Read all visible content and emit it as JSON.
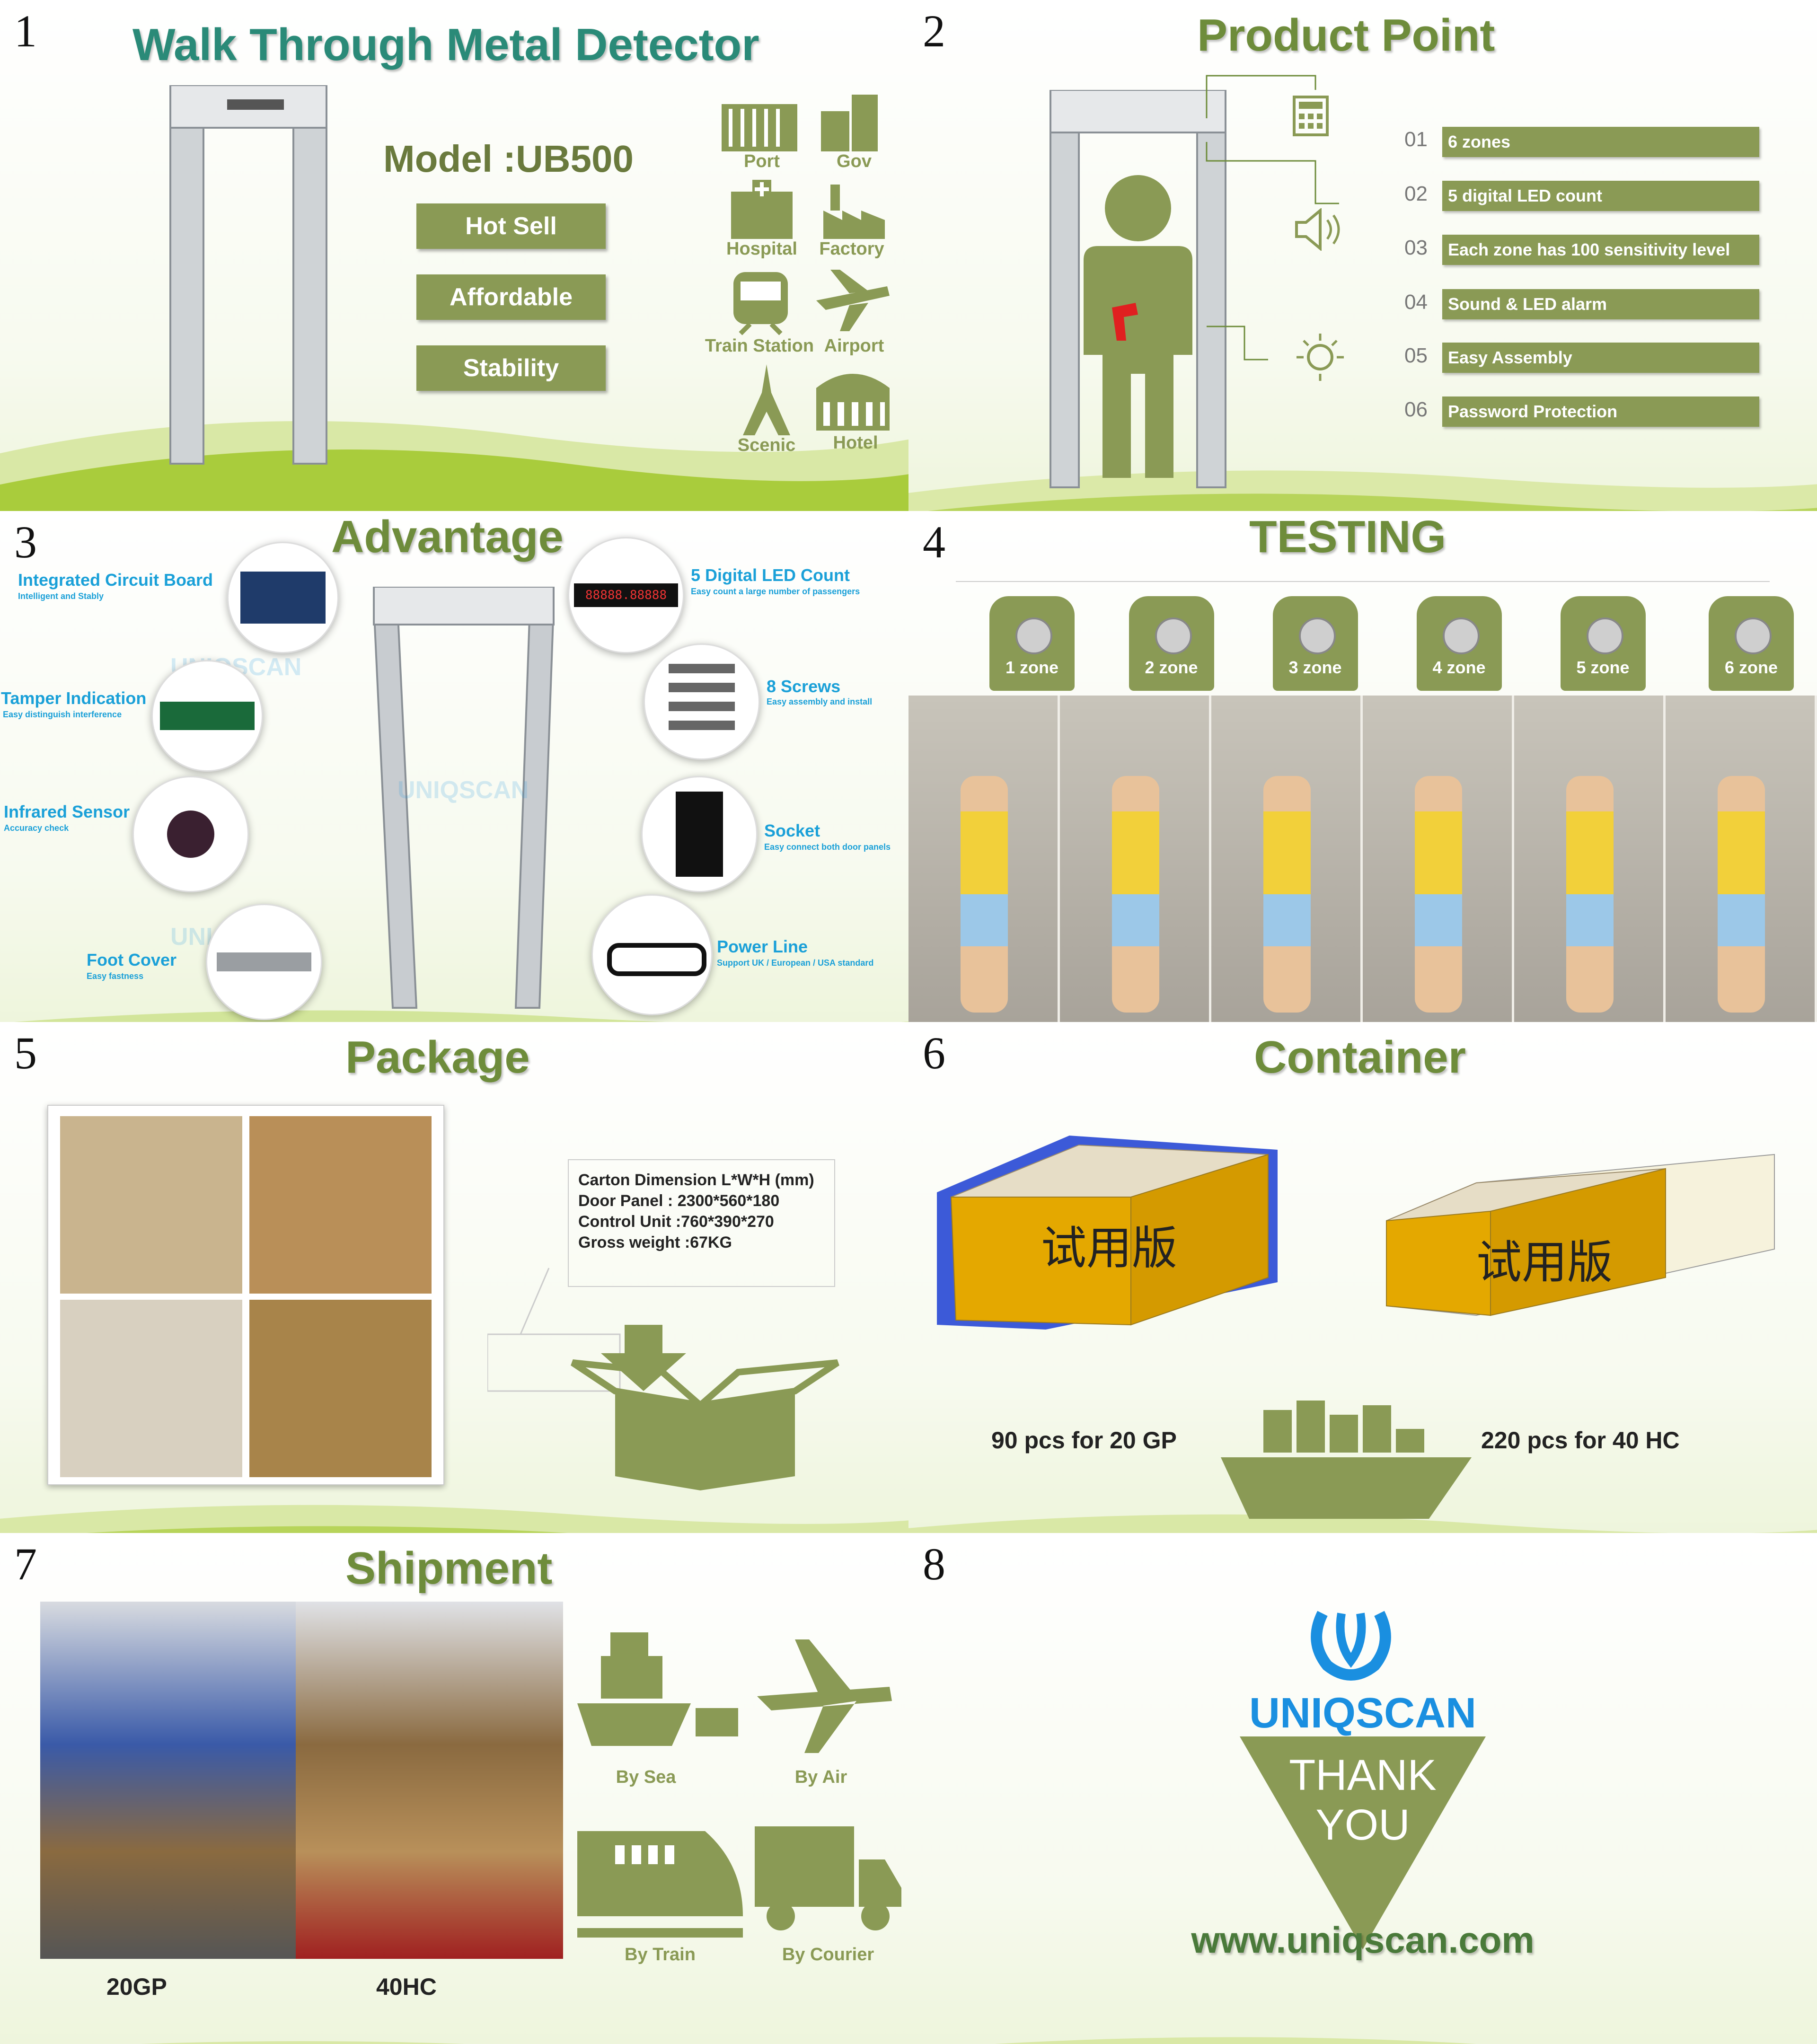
{
  "panels": [
    {
      "number": "1",
      "title": "Walk Through Metal Detector",
      "model": "Model :UB500",
      "badges": [
        "Hot Sell",
        "Affordable",
        "Stability"
      ],
      "icons": [
        {
          "icon": "port-icon",
          "label": "Port"
        },
        {
          "icon": "gov-icon",
          "label": "Gov"
        },
        {
          "icon": "hospital-icon",
          "label": "Hospital"
        },
        {
          "icon": "factory-icon",
          "label": "Factory"
        },
        {
          "icon": "train-icon",
          "label": "Train Station"
        },
        {
          "icon": "airport-icon",
          "label": "Airport"
        },
        {
          "icon": "eiffel-icon",
          "label": "Scenic"
        },
        {
          "icon": "hotel-icon",
          "label": "Hotel"
        }
      ]
    },
    {
      "number": "2",
      "title": "Product Point",
      "points": [
        {
          "num": "01",
          "text": "6 zones"
        },
        {
          "num": "02",
          "text": "5 digital LED count"
        },
        {
          "num": "03",
          "text": "Each zone has 100 sensitivity level"
        },
        {
          "num": "04",
          "text": "Sound & LED alarm"
        },
        {
          "num": "05",
          "text": "Easy Assembly"
        },
        {
          "num": "06",
          "text": "Password Protection"
        }
      ]
    },
    {
      "number": "3",
      "title": "Advantage",
      "features": [
        {
          "title": "Integrated Circuit Board",
          "sub": "Intelligent and Stably"
        },
        {
          "title": "Tamper Indication",
          "sub": "Easy distinguish interference"
        },
        {
          "title": "Infrared Sensor",
          "sub": "Accuracy check"
        },
        {
          "title": "Foot Cover",
          "sub": "Easy fastness"
        },
        {
          "title": "5 Digital LED Count",
          "sub": "Easy count a large number of passengers"
        },
        {
          "title": "8 Screws",
          "sub": "Easy assembly and install"
        },
        {
          "title": "Socket",
          "sub": "Easy connect both door panels"
        },
        {
          "title": "Power Line",
          "sub": "Support UK / European / USA standard"
        }
      ],
      "brand": "UNIQSCAN",
      "led_display": "88888.88888"
    },
    {
      "number": "4",
      "title": "TESTING",
      "zones": [
        "1 zone",
        "2 zone",
        "3 zone",
        "4 zone",
        "5 zone",
        "6 zone"
      ]
    },
    {
      "number": "5",
      "title": "Package",
      "specs": [
        "Carton Dimension L*W*H (mm)",
        "Door Panel : 2300*560*180",
        "Control Unit :760*390*270",
        "Gross weight :67KG"
      ]
    },
    {
      "number": "6",
      "title": "Container",
      "watermark": "试用版",
      "left_caption": "90 pcs for 20 GP",
      "right_caption": "220 pcs for 40 HC"
    },
    {
      "number": "7",
      "title": "Shipment",
      "photo_captions": [
        "20GP",
        "40HC"
      ],
      "methods": [
        "By Sea",
        "By Air",
        "By Train",
        "By Courier"
      ]
    },
    {
      "number": "8",
      "brand": "UNIQSCAN",
      "thanks_line1": "THANK",
      "thanks_line2": "YOU",
      "website": "www.uniqscan.com"
    }
  ],
  "colors": {
    "olive": "#8a9a55",
    "title_green": "#6e8c3b",
    "cyan": "#1aa0d8",
    "brand_blue": "#1a8fe0"
  }
}
